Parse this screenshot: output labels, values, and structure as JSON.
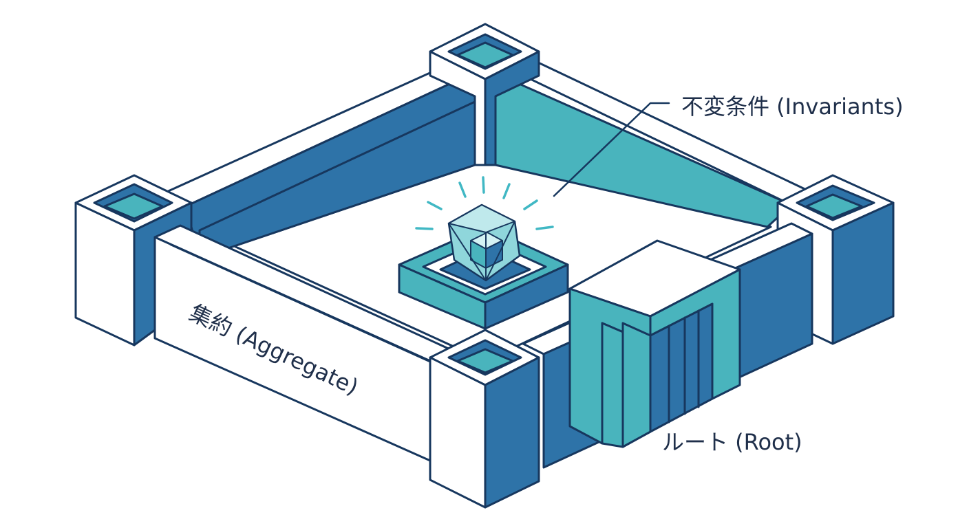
{
  "labels": {
    "invariants": "不変条件 (Invariants)",
    "aggregate": "集約 (Aggregate)",
    "root": "ルート (Root)"
  },
  "colors": {
    "outline": "#17375e",
    "wall_blue": "#2e73a8",
    "wall_teal": "#49b4bd",
    "crystal": "#8fd6db",
    "rays": "#41b8c4",
    "white": "#ffffff",
    "text": "#1f2f4a"
  },
  "icons": {
    "crystal": "invariant-crystal-icon",
    "rays": "glow-rays-icon"
  }
}
